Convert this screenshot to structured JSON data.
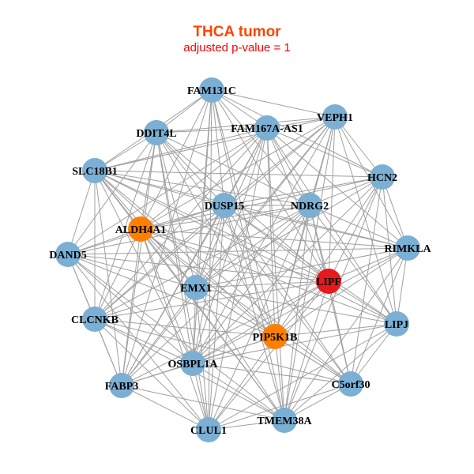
{
  "title": "THCA tumor",
  "subtitle": "adjusted p-value = 1",
  "colors": {
    "default": "#7BAFD4",
    "orange": "#FF8000",
    "red": "#E41A1C",
    "edge": "#A0A0A0"
  },
  "nodes": [
    {
      "name": "FAM131C",
      "color": "default"
    },
    {
      "name": "VEPH1",
      "color": "default"
    },
    {
      "name": "DDIT4L",
      "color": "default"
    },
    {
      "name": "FAM167A-AS1",
      "color": "default"
    },
    {
      "name": "SLC18B1",
      "color": "default"
    },
    {
      "name": "HCN2",
      "color": "default"
    },
    {
      "name": "DUSP15",
      "color": "default"
    },
    {
      "name": "NDRG2",
      "color": "default"
    },
    {
      "name": "ALDH4A1",
      "color": "orange"
    },
    {
      "name": "RIMKLA",
      "color": "default"
    },
    {
      "name": "DAND5",
      "color": "default"
    },
    {
      "name": "LIPF",
      "color": "red"
    },
    {
      "name": "EMX1",
      "color": "default"
    },
    {
      "name": "CLCNKB",
      "color": "default"
    },
    {
      "name": "LIPJ",
      "color": "default"
    },
    {
      "name": "PIP5K1B",
      "color": "orange"
    },
    {
      "name": "OSBPL1A",
      "color": "default"
    },
    {
      "name": "FABP3",
      "color": "default"
    },
    {
      "name": "C5orf30",
      "color": "default"
    },
    {
      "name": "TMEM38A",
      "color": "default"
    },
    {
      "name": "CLUL1",
      "color": "default"
    }
  ],
  "edges": [
    [
      0,
      1
    ],
    [
      0,
      2
    ],
    [
      0,
      3
    ],
    [
      0,
      4
    ],
    [
      0,
      5
    ],
    [
      0,
      6
    ],
    [
      0,
      7
    ],
    [
      0,
      8
    ],
    [
      0,
      11
    ],
    [
      0,
      12
    ],
    [
      0,
      15
    ],
    [
      0,
      16
    ],
    [
      0,
      19
    ],
    [
      0,
      20
    ],
    [
      0,
      17
    ],
    [
      1,
      2
    ],
    [
      1,
      3
    ],
    [
      1,
      4
    ],
    [
      1,
      5
    ],
    [
      1,
      6
    ],
    [
      1,
      7
    ],
    [
      1,
      8
    ],
    [
      1,
      9
    ],
    [
      1,
      11
    ],
    [
      1,
      12
    ],
    [
      1,
      13
    ],
    [
      1,
      14
    ],
    [
      1,
      15
    ],
    [
      1,
      16
    ],
    [
      1,
      17
    ],
    [
      1,
      19
    ],
    [
      2,
      3
    ],
    [
      2,
      4
    ],
    [
      2,
      6
    ],
    [
      2,
      7
    ],
    [
      2,
      8
    ],
    [
      2,
      10
    ],
    [
      2,
      11
    ],
    [
      2,
      12
    ],
    [
      2,
      13
    ],
    [
      2,
      15
    ],
    [
      2,
      16
    ],
    [
      2,
      17
    ],
    [
      2,
      18
    ],
    [
      2,
      20
    ],
    [
      3,
      4
    ],
    [
      3,
      5
    ],
    [
      3,
      6
    ],
    [
      3,
      7
    ],
    [
      3,
      8
    ],
    [
      3,
      9
    ],
    [
      3,
      10
    ],
    [
      3,
      11
    ],
    [
      3,
      12
    ],
    [
      3,
      13
    ],
    [
      3,
      14
    ],
    [
      3,
      15
    ],
    [
      3,
      16
    ],
    [
      3,
      17
    ],
    [
      3,
      19
    ],
    [
      3,
      20
    ],
    [
      4,
      5
    ],
    [
      4,
      6
    ],
    [
      4,
      7
    ],
    [
      4,
      8
    ],
    [
      4,
      9
    ],
    [
      4,
      10
    ],
    [
      4,
      11
    ],
    [
      4,
      12
    ],
    [
      4,
      13
    ],
    [
      4,
      14
    ],
    [
      4,
      15
    ],
    [
      4,
      16
    ],
    [
      4,
      17
    ],
    [
      4,
      18
    ],
    [
      4,
      19
    ],
    [
      5,
      6
    ],
    [
      5,
      7
    ],
    [
      5,
      8
    ],
    [
      5,
      9
    ],
    [
      5,
      11
    ],
    [
      5,
      12
    ],
    [
      5,
      14
    ],
    [
      5,
      15
    ],
    [
      5,
      16
    ],
    [
      5,
      18
    ],
    [
      5,
      19
    ],
    [
      6,
      7
    ],
    [
      6,
      8
    ],
    [
      6,
      9
    ],
    [
      6,
      10
    ],
    [
      6,
      11
    ],
    [
      6,
      12
    ],
    [
      6,
      13
    ],
    [
      6,
      14
    ],
    [
      6,
      15
    ],
    [
      6,
      16
    ],
    [
      6,
      17
    ],
    [
      6,
      18
    ],
    [
      6,
      19
    ],
    [
      6,
      20
    ],
    [
      7,
      8
    ],
    [
      7,
      9
    ],
    [
      7,
      10
    ],
    [
      7,
      11
    ],
    [
      7,
      12
    ],
    [
      7,
      13
    ],
    [
      7,
      14
    ],
    [
      7,
      15
    ],
    [
      7,
      16
    ],
    [
      7,
      17
    ],
    [
      7,
      18
    ],
    [
      7,
      19
    ],
    [
      7,
      20
    ],
    [
      8,
      9
    ],
    [
      8,
      10
    ],
    [
      8,
      11
    ],
    [
      8,
      12
    ],
    [
      8,
      13
    ],
    [
      8,
      14
    ],
    [
      8,
      15
    ],
    [
      8,
      16
    ],
    [
      8,
      17
    ],
    [
      8,
      18
    ],
    [
      8,
      19
    ],
    [
      8,
      20
    ],
    [
      9,
      10
    ],
    [
      9,
      11
    ],
    [
      9,
      12
    ],
    [
      9,
      14
    ],
    [
      9,
      15
    ],
    [
      9,
      16
    ],
    [
      9,
      18
    ],
    [
      9,
      19
    ],
    [
      10,
      11
    ],
    [
      10,
      12
    ],
    [
      10,
      13
    ],
    [
      10,
      15
    ],
    [
      10,
      16
    ],
    [
      10,
      17
    ],
    [
      10,
      19
    ],
    [
      10,
      20
    ],
    [
      11,
      12
    ],
    [
      11,
      13
    ],
    [
      11,
      14
    ],
    [
      11,
      15
    ],
    [
      11,
      16
    ],
    [
      11,
      17
    ],
    [
      11,
      18
    ],
    [
      11,
      19
    ],
    [
      11,
      20
    ],
    [
      12,
      13
    ],
    [
      12,
      14
    ],
    [
      12,
      15
    ],
    [
      12,
      16
    ],
    [
      12,
      17
    ],
    [
      12,
      18
    ],
    [
      12,
      19
    ],
    [
      12,
      20
    ],
    [
      13,
      15
    ],
    [
      13,
      16
    ],
    [
      13,
      17
    ],
    [
      13,
      18
    ],
    [
      13,
      19
    ],
    [
      13,
      20
    ],
    [
      14,
      15
    ],
    [
      14,
      16
    ],
    [
      14,
      18
    ],
    [
      14,
      19
    ],
    [
      14,
      20
    ],
    [
      15,
      16
    ],
    [
      15,
      17
    ],
    [
      15,
      18
    ],
    [
      15,
      19
    ],
    [
      15,
      20
    ],
    [
      16,
      17
    ],
    [
      16,
      18
    ],
    [
      16,
      19
    ],
    [
      16,
      20
    ],
    [
      17,
      19
    ],
    [
      17,
      20
    ],
    [
      18,
      19
    ],
    [
      18,
      20
    ],
    [
      19,
      20
    ]
  ]
}
